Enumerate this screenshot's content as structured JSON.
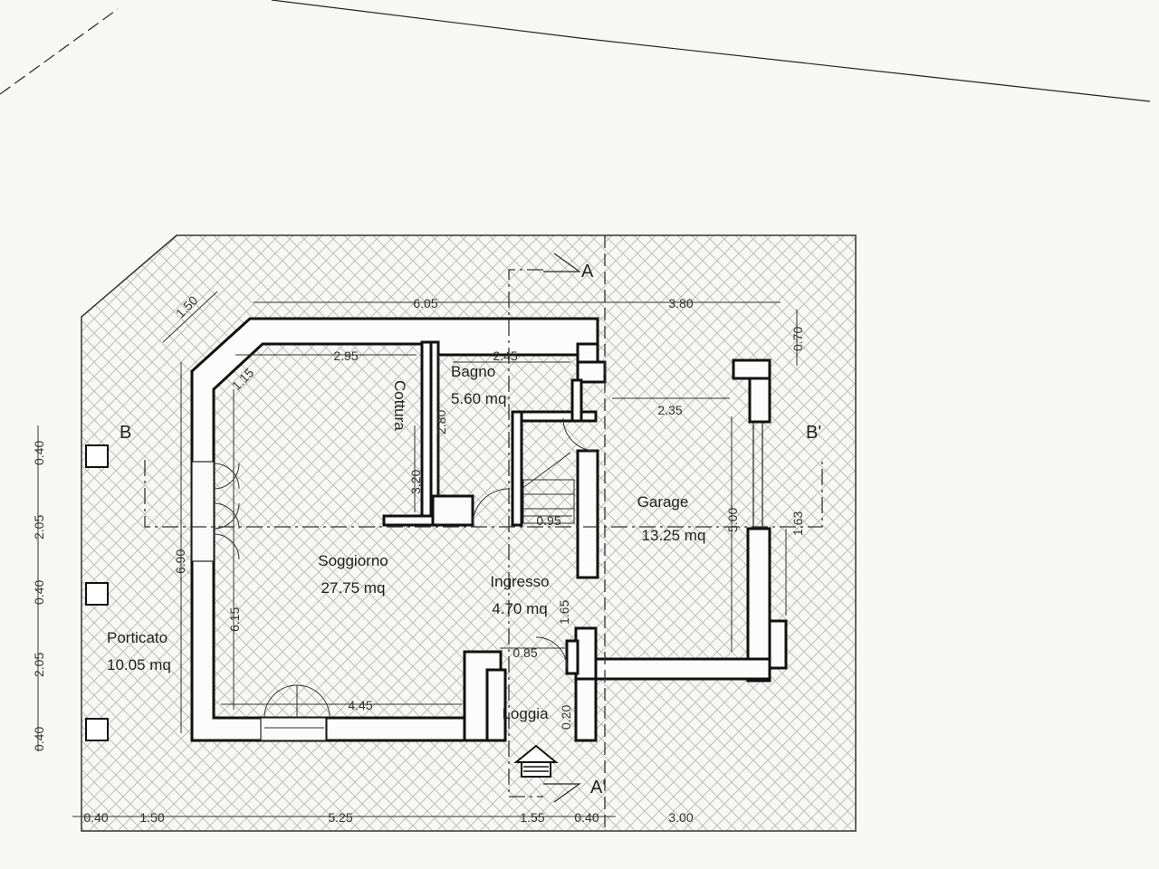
{
  "rooms": {
    "soggiorno": {
      "name": "Soggiorno",
      "area": "27.75 mq"
    },
    "bagno": {
      "name": "Bagno",
      "area": "5.60 mq"
    },
    "cottura": {
      "name": "Cottura"
    },
    "ingresso": {
      "name": "Ingresso",
      "area": "4.70 mq"
    },
    "garage": {
      "name": "Garage",
      "area": "13.25 mq"
    },
    "porticato": {
      "name": "Porticato",
      "area": "10.05 mq"
    },
    "loggia": {
      "name": "Loggia"
    }
  },
  "sections": {
    "a_top": "A",
    "a_bottom": "A'",
    "b_left": "B",
    "b_right": "B'"
  },
  "dimensions": {
    "top_main": "6.05",
    "top_garage": "3.80",
    "top_diag": "1.50",
    "top_right": "0.70",
    "soggiorno_top": "2.95",
    "soggiorno_diag": "1.15",
    "soggiorno_bottom": "4.45",
    "soggiorno_height": "6.15",
    "outer_height": "6.90",
    "bagno_width": "2.45",
    "bagno_height": "2.80",
    "cottura_height": "3.20",
    "ingresso_step": "0.95",
    "ingresso_bottom": "0.85",
    "ingresso_side": "1.65",
    "loggia_depth": "0.20",
    "garage_width": "2.35",
    "garage_height": "5.00",
    "garage_side": "1.63",
    "left_chain": [
      "0.40",
      "2.05",
      "0.40",
      "2.05",
      "0.40"
    ],
    "bottom_chain": [
      "0.40",
      "1.50",
      "5.25",
      "1.55",
      "0.40",
      "3.00"
    ]
  }
}
